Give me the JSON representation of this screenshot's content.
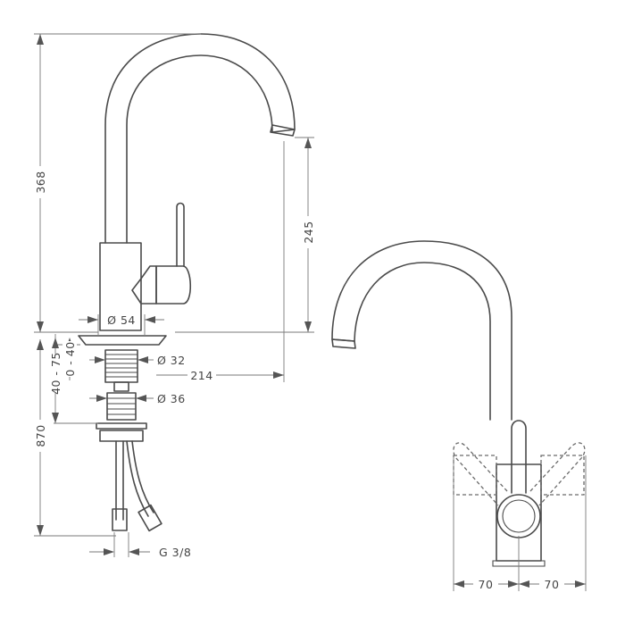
{
  "dimensions": {
    "height_total": "368",
    "spout_height": "245",
    "base_diameter": "Ø 54",
    "shank_diameter": "Ø 32",
    "reach": "214",
    "deck_thickness_a": "40 - 75",
    "deck_thickness_b": "0 - 40",
    "nut_diameter": "Ø 36",
    "hose_length": "870",
    "thread": "G 3/8",
    "lever_swing_left": "70",
    "lever_swing_right": "70"
  },
  "colors": {
    "line": "#4a4a4a",
    "dimension_line": "#7a7a7a",
    "text": "#444444",
    "background": "#ffffff"
  }
}
